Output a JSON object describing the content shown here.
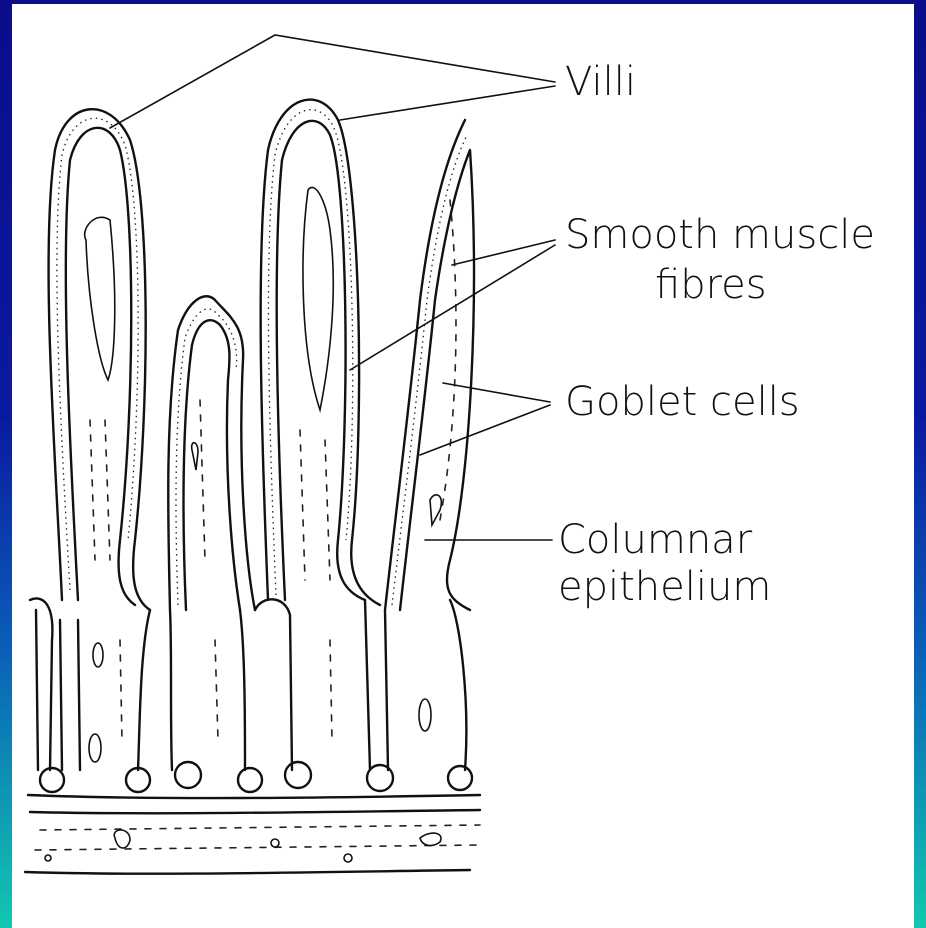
{
  "labels": {
    "villi": "Villi",
    "smooth_muscle_line1": "Smooth muscle",
    "smooth_muscle_line2": "fibres",
    "goblet": "Goblet cells",
    "columnar_line1": "Columnar",
    "columnar_line2": "epithelium"
  },
  "colors": {
    "background_top": "#0b0d8a",
    "background_bottom": "#12c8b0",
    "paper": "#ffffff",
    "ink": "#111111"
  }
}
